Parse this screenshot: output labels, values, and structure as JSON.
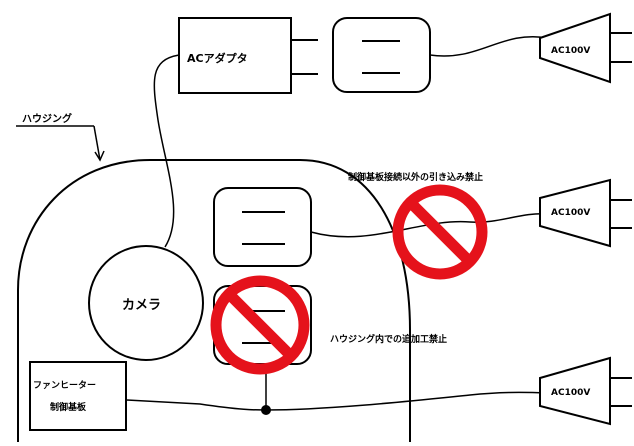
{
  "labels": {
    "ac_adapter": "ACアダプタ",
    "housing": "ハウジング",
    "camera": "カメラ",
    "fan_heater_line1": "ファンヒーター",
    "fan_heater_line2": "制御基板",
    "ac100v_top": "AC100V",
    "ac100v_middle": "AC100V",
    "ac100v_bottom": "AC100V",
    "note_board_extra": "制御基板接続以外の引き込み禁止",
    "note_housing_work": "ハウジング内での追加工禁止"
  },
  "colors": {
    "line": "#000000",
    "prohibition": "#e5121b",
    "background": "#ffffff"
  },
  "icons": {
    "prohibition": "no-symbol-icon",
    "plug": "ac-plug-icon"
  }
}
